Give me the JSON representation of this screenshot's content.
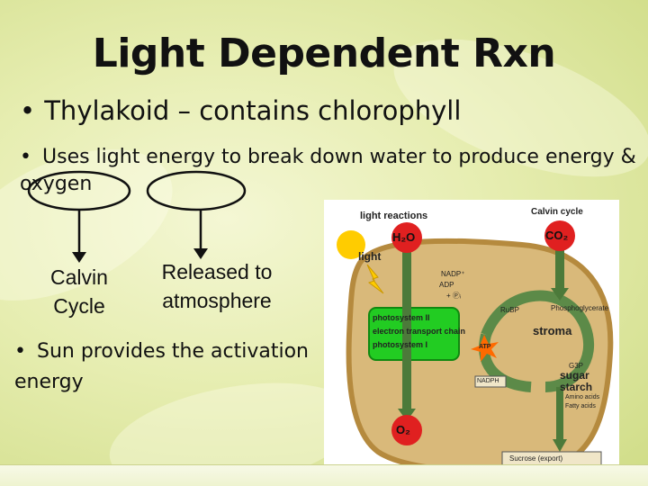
{
  "slide": {
    "title": "Light Dependent Rxn",
    "bullet1": "Thylakoid – contains chlorophyll",
    "bullet2": "Uses light energy to break down water to produce energy & oxygen",
    "sub_left": "Calvin Cycle",
    "sub_right": "Released to atmosphere",
    "bullet3": "Sun provides the activation energy",
    "bullet_glyph": "•"
  },
  "diagram": {
    "light_reactions": "light reactions",
    "calvin_cycle": "Calvin cycle",
    "h2o": "H₂O",
    "co2": "CO₂",
    "light": "light",
    "nadp": "NADP⁺",
    "adp": "ADP",
    "pi": "+ Ⓟᵢ",
    "rubp": "RuBP",
    "phosphoglycerate": "Phosphoglycerate",
    "photosystem2": "photosystem II",
    "etc": "electron transport chain",
    "photosystem1": "photosystem I",
    "stroma": "stroma",
    "atp": "ATP",
    "nadph": "NADPH",
    "g3p": "G3P",
    "sugar": "sugar",
    "starch": "starch",
    "amino": "Amino acids",
    "fatty": "Fatty acids",
    "o2": "O₂",
    "sucrose": "Sucrose (export)",
    "colors": {
      "chloroplast": "#c9a35a",
      "stroma_fill": "#d9b97a",
      "thylakoid": "#22cc22",
      "molecule": "#e02020",
      "arrow": "#4c7a3a",
      "sun": "#ffcc00"
    }
  }
}
